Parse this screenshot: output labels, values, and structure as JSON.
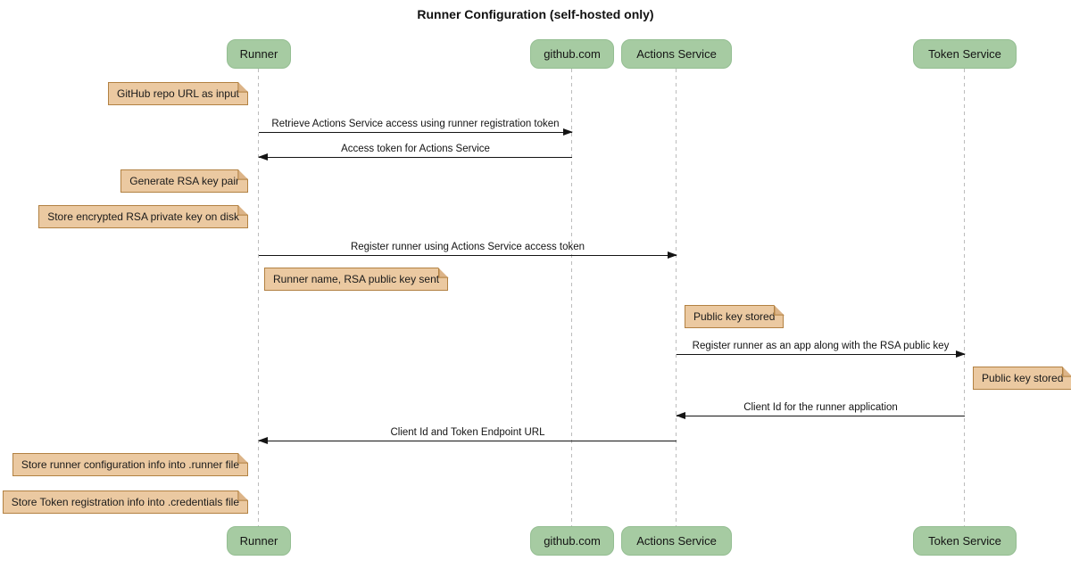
{
  "title": "Runner Configuration (self-hosted only)",
  "diagram_type": "sequence",
  "actors": [
    {
      "name": "Runner"
    },
    {
      "name": "github.com"
    },
    {
      "name": "Actions Service"
    },
    {
      "name": "Token Service"
    }
  ],
  "messages": [
    {
      "from": "Runner",
      "to": "github.com",
      "text": "Retrieve Actions Service access using runner registration token"
    },
    {
      "from": "github.com",
      "to": "Runner",
      "text": "Access token for Actions Service"
    },
    {
      "from": "Runner",
      "to": "Actions Service",
      "text": "Register runner using Actions Service access token"
    },
    {
      "from": "Actions Service",
      "to": "Token Service",
      "text": "Register runner as an app along with the RSA public key"
    },
    {
      "from": "Token Service",
      "to": "Actions Service",
      "text": "Client Id for the runner application"
    },
    {
      "from": "Actions Service",
      "to": "Runner",
      "text": "Client Id and Token Endpoint URL"
    }
  ],
  "notes": [
    {
      "position": "left of Runner",
      "text": "GitHub repo URL as input"
    },
    {
      "position": "left of Runner",
      "text": "Generate RSA key pair"
    },
    {
      "position": "left of Runner",
      "text": "Store encrypted RSA private key on disk"
    },
    {
      "position": "right of Runner",
      "text": "Runner name, RSA public key sent"
    },
    {
      "position": "right of Actions Service",
      "text": "Public key stored"
    },
    {
      "position": "right of Token Service",
      "text": "Public key stored"
    },
    {
      "position": "left of Runner",
      "text": "Store runner configuration info into .runner file"
    },
    {
      "position": "left of Runner",
      "text": "Store Token registration info into .credentials file"
    }
  ],
  "colors": {
    "actor_fill": "#A6CBA2",
    "actor_border": "#94BE92",
    "note_fill": "#EBC9A1",
    "note_border": "#B28142",
    "note_fold": "#DCB488",
    "lifeline": "#BCBCBC",
    "arrow": "#141414"
  }
}
